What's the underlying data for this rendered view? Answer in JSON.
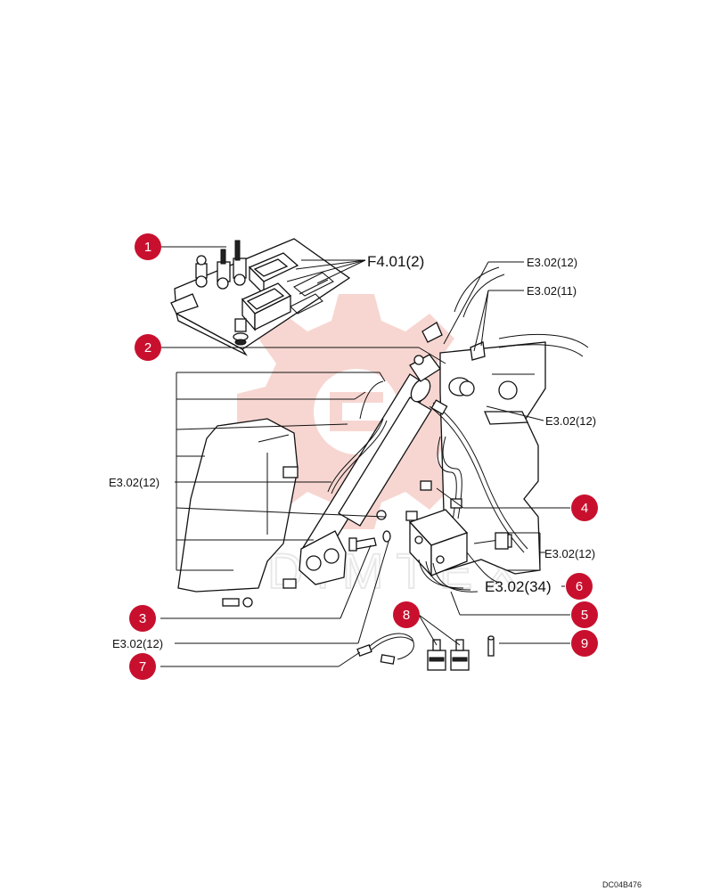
{
  "colors": {
    "badge": "#c8102e",
    "watermark_gear": "#f6cfc9",
    "line": "#111111"
  },
  "watermark": {
    "text": "DIMTEX"
  },
  "drawing_code": "DC04B476",
  "callouts": [
    {
      "number": "1"
    },
    {
      "number": "2"
    },
    {
      "number": "3"
    },
    {
      "number": "4"
    },
    {
      "number": "5"
    },
    {
      "number": "6"
    },
    {
      "number": "7"
    },
    {
      "number": "8"
    },
    {
      "number": "9"
    }
  ],
  "references": {
    "f401_2": "F4.01(2)",
    "top_right_1": "E3.02(12)",
    "top_right_2": "E3.02(11)",
    "right_mid": "E3.02(12)",
    "left_mid": "E3.02(12)",
    "right_low": "E3.02(12)",
    "big_34": "E3.02(34)",
    "bottom_left": "E3.02(12)"
  }
}
